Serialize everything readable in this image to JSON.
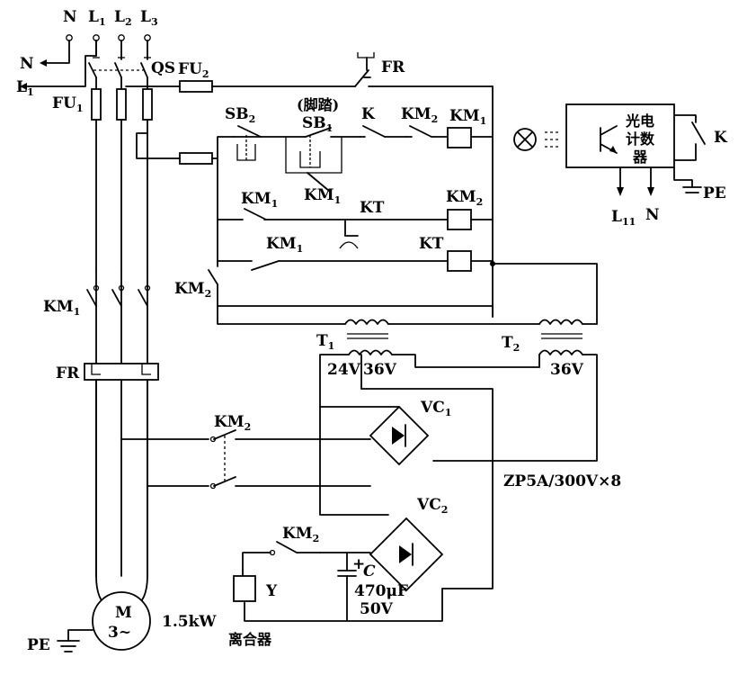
{
  "labels": {
    "N": "N",
    "L1": "L",
    "L1_sub": "1",
    "L2": "L",
    "L2_sub": "2",
    "L3": "L",
    "L3_sub": "3",
    "N_arrow": "N",
    "L1_arrow": "L",
    "L1_arrow_sub": "1",
    "QS": "QS",
    "FU2": "FU",
    "FU2_sub": "2",
    "FU1": "FU",
    "FU1_sub": "1",
    "FR_top": "FR",
    "SB2": "SB",
    "SB2_sub": "2",
    "foot_pedal": "(脚踏)",
    "SB1": "SB",
    "SB1_sub": "1",
    "K_contact": "K",
    "KM2_nc": "KM",
    "KM2_nc_sub": "2",
    "KM1_coil": "KM",
    "KM1_coil_sub": "1",
    "KM1_hold": "KM",
    "KM1_hold_sub": "1",
    "KM1_nc": "KM",
    "KM1_nc_sub": "1",
    "KT_contact": "KT",
    "KM2_coil": "KM",
    "KM2_coil_sub": "2",
    "KM1_no": "KM",
    "KM1_no_sub": "1",
    "KT_coil": "KT",
    "KM2_side": "KM",
    "KM2_side_sub": "2",
    "KM1_main": "KM",
    "KM1_main_sub": "1",
    "FR_main": "FR",
    "T1": "T",
    "T1_sub": "1",
    "T2": "T",
    "T2_sub": "2",
    "v24": "24V",
    "v36a": "36V",
    "v36b": "36V",
    "VC1": "VC",
    "VC1_sub": "1",
    "VC2": "VC",
    "VC2_sub": "2",
    "KM2_dc": "KM",
    "KM2_dc_sub": "2",
    "ZP": "ZP5A/300V×8",
    "KM2_y": "KM",
    "KM2_y_sub": "2",
    "C": "C",
    "plus": "+",
    "cap_val": "470μF",
    "cap_volt": "50V",
    "Y": "Y",
    "clutch": "离合器",
    "motor_M": "M",
    "motor_3": "3~",
    "motor_kw": "1.5kW",
    "PE_motor": "PE",
    "counter_line1": "光电",
    "counter_line2": "计数",
    "counter_line3": "器",
    "K_counter": "K",
    "PE_counter": "PE",
    "L11": "L",
    "L11_sub": "11",
    "N_counter": "N"
  }
}
